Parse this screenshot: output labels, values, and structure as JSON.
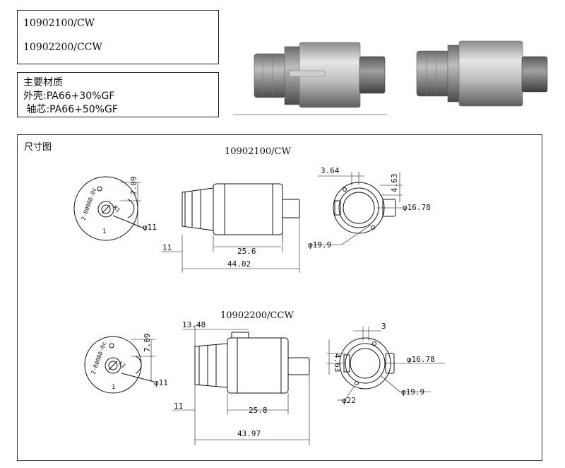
{
  "models": [
    "10902100/CW",
    "10902200/CCW"
  ],
  "material": {
    "heading": "主要材质",
    "shell": "外壳:PA66+30%GF",
    "shaft": " 轴芯:PA66+50%GF"
  },
  "drawing": {
    "section_title": "尺寸图",
    "top": {
      "title": "10902100/CW",
      "dims": {
        "side_height": "7.09",
        "hole_dia": "φ11",
        "shaft_ext": "11",
        "body_len": "25.6",
        "total_len": "44.02",
        "tab_width": "3.64",
        "tab_height": "4.63",
        "inner_dia": "φ16.78",
        "outer_dia": "φ19.9"
      },
      "face_marks": [
        "2-80080-0c",
        "R1",
        "1"
      ]
    },
    "bottom": {
      "title": "10902200/CCW",
      "dims": {
        "head_len": "13.48",
        "side_height": "7.09",
        "hole_dia": "φ11",
        "shaft_ext": "11",
        "body_len": "25.8",
        "total_len": "43.97",
        "tab_width": "3",
        "tab_height": "4.63",
        "inner_dia": "φ16.78",
        "outer_dia": "φ19.9",
        "flange_dia": "φ22"
      },
      "face_marks": [
        "2-80080-0c",
        "L1",
        "1"
      ]
    }
  },
  "colors": {
    "line": "#111111",
    "metal_light": "#d9d9d9",
    "metal_mid": "#a9a9a9",
    "metal_dark": "#6f6f6f"
  }
}
